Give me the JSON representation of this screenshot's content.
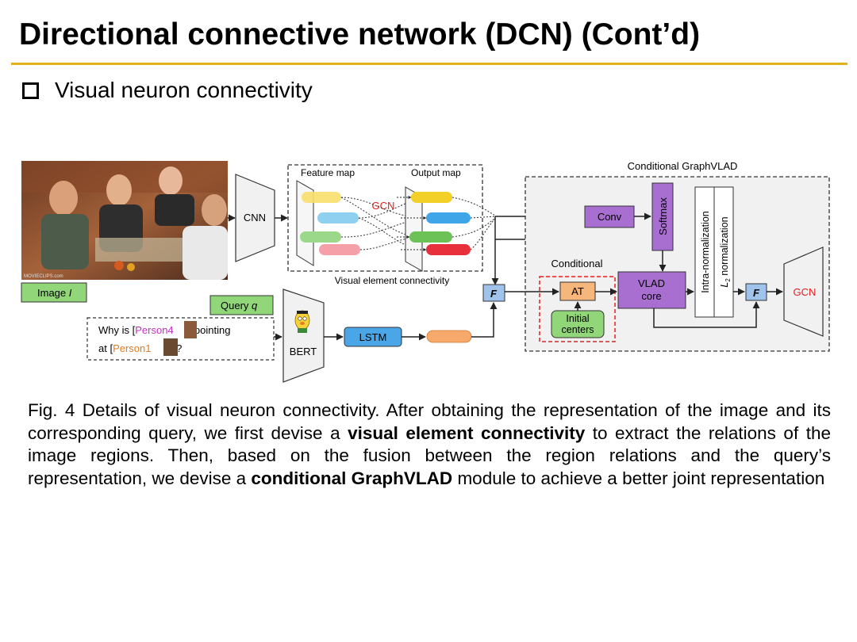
{
  "slide": {
    "title": "Directional connective network (DCN) (Cont’d)",
    "bullet": "Visual neuron connectivity"
  },
  "diagram": {
    "image_label": "Image",
    "image_var": "I",
    "cnn": "CNN",
    "feature_map": "Feature map",
    "output_map": "Output map",
    "gcn_inner": "GCN",
    "visual_element_connectivity": "Visual element connectivity",
    "query_label": "Query",
    "query_var": "q",
    "query_line1_a": "Why is [",
    "query_person4": "Person4",
    "query_line1_b": "] pointing",
    "query_line2_a": "at [",
    "query_person1": "Person1",
    "query_line2_b": "]?",
    "bert": "BERT",
    "lstm": "LSTM",
    "fusion": "F",
    "conditional_graphvlad": "Conditional GraphVLAD",
    "conditional": "Conditional",
    "at": "AT",
    "initial": "Initial",
    "centers": "centers",
    "conv": "Conv",
    "softmax": "Softmax",
    "vlad": "VLAD",
    "core": "core",
    "intra_norm": "Intra-normalization",
    "l2_norm_l": "L",
    "l2_norm_sub": "2",
    "l2_norm_rest": " normalization",
    "fusion2": "F",
    "gcn_out": "GCN",
    "watermark": "MOVIECLIPS.com",
    "colors": {
      "green_box": "#92d67a",
      "purple_box": "#a86fd1",
      "blue_box": "#4ba6e8",
      "orange_box": "#f6a96a",
      "at_box": "#f7b67b",
      "gcn_red": "#e02020",
      "person4": "#c531c5",
      "person1": "#e07c20",
      "title_rule": "#e3b21b"
    }
  },
  "caption": {
    "part1": "Fig. 4 Details of visual neuron connectivity. After obtaining the representation of the image and its corresponding query, we first devise a ",
    "bold1": "visual element connectivity",
    "part2": " to extract the relations of the image regions. Then, based on the fusion between the region relations and the query’s representation, we devise a ",
    "bold2": "conditional GraphVLAD",
    "part3": " module to achieve a better joint representation"
  }
}
